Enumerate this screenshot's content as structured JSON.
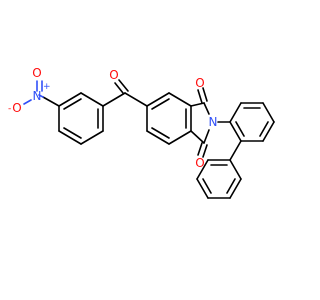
{
  "molecule": {
    "atoms": {
      "nitro_n": {
        "symbol": "N",
        "charge": "+"
      },
      "nitro_o1": {
        "symbol": "O",
        "charge": "-"
      },
      "nitro_o2": {
        "symbol": "O"
      },
      "ketone_o": {
        "symbol": "O"
      },
      "imide_o1": {
        "symbol": "O"
      },
      "imide_o2": {
        "symbol": "O"
      },
      "imide_n": {
        "symbol": "N"
      }
    },
    "colors": {
      "bond": "#000000",
      "oxygen": "#ff0d0d",
      "nitrogen": "#3050f8",
      "background": "#ffffff"
    }
  }
}
